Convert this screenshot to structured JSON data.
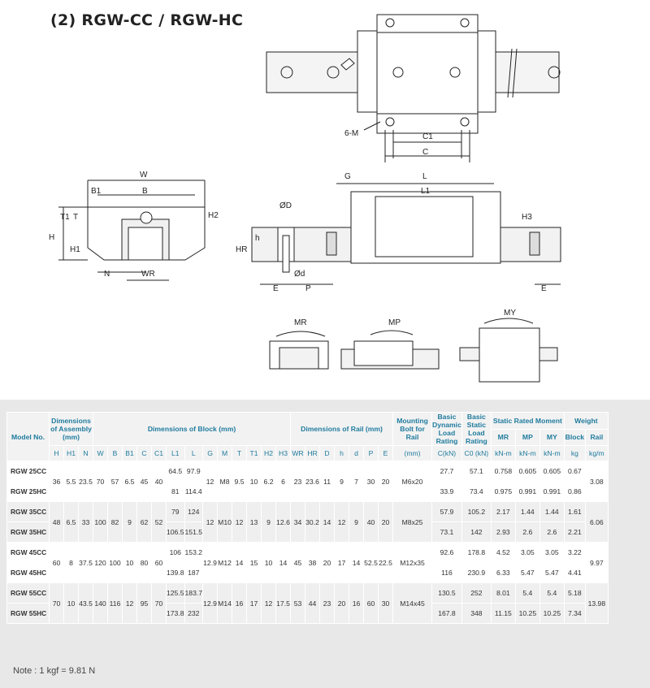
{
  "title": "(2) RGW-CC / RGW-HC",
  "note": "Note : 1 kgf = 9.81 N",
  "drawing_labels": {
    "six_m": "6-M",
    "c1": "C1",
    "c": "C",
    "w": "W",
    "b1": "B1",
    "b": "B",
    "t1": "T1",
    "t": "T",
    "h2": "H2",
    "h": "H",
    "h1": "H1",
    "n": "N",
    "wr": "WR",
    "g": "G",
    "l": "L",
    "l1": "L1",
    "od": "ØD",
    "hsmall": "h",
    "hr": "HR",
    "odsmall": "Ød",
    "e": "E",
    "p": "P",
    "h3": "H3",
    "mr": "MR",
    "mp": "MP",
    "my": "MY"
  },
  "colors": {
    "accent": "#1f7b9e",
    "table_bg": "#e8e8e8",
    "line": "#222222"
  },
  "table": {
    "header_groups": {
      "model": "Model No.",
      "assembly": "Dimensions of Assembly (mm)",
      "block": "Dimensions of Block (mm)",
      "rail": "Dimensions of Rail (mm)",
      "bolt": "Mounting Bolt for Rail",
      "dyn": "Basic Dynamic Load Rating",
      "stat": "Basic Static Load Rating",
      "moment": "Static Rated Moment",
      "weight": "Weight"
    },
    "columns": [
      "H",
      "H1",
      "N",
      "W",
      "B",
      "B1",
      "C",
      "C1",
      "L1",
      "L",
      "G",
      "M",
      "T",
      "T1",
      "H2",
      "H3",
      "WR",
      "HR",
      "D",
      "h",
      "d",
      "P",
      "E",
      "(mm)",
      "C(kN)",
      "C0 (kN)",
      "MR",
      "MP",
      "MY",
      "Block",
      "Rail"
    ],
    "units": {
      "mr": "kN-m",
      "mp": "kN-m",
      "my": "kN-m",
      "block": "kg",
      "rail": "kg/m"
    },
    "groups": [
      {
        "rows": [
          "RGW 25CC",
          "RGW 25HC"
        ],
        "shared": {
          "H": "36",
          "H1": "5.5",
          "N": "23.5",
          "W": "70",
          "B": "57",
          "B1": "6.5",
          "C": "45",
          "C1": "40",
          "G": "12",
          "M": "M8",
          "T": "9.5",
          "T1": "10",
          "H2": "6.2",
          "H3": "6",
          "WR": "23",
          "HR": "23.6",
          "D": "11",
          "h": "9",
          "d": "7",
          "P": "30",
          "E": "20",
          "bolt": "M6x20",
          "rail": "3.08"
        },
        "per_row": [
          {
            "L1": "64.5",
            "L": "97.9",
            "C": "27.7",
            "C0": "57.1",
            "MR": "0.758",
            "MP": "0.605",
            "MY": "0.605",
            "block": "0.67"
          },
          {
            "L1": "81",
            "L": "114.4",
            "C": "33.9",
            "C0": "73.4",
            "MR": "0.975",
            "MP": "0.991",
            "MY": "0.991",
            "block": "0.86"
          }
        ]
      },
      {
        "rows": [
          "RGW 35CC",
          "RGW 35HC"
        ],
        "shared": {
          "H": "48",
          "H1": "6.5",
          "N": "33",
          "W": "100",
          "B": "82",
          "B1": "9",
          "C": "62",
          "C1": "52",
          "G": "12",
          "M": "M10",
          "T": "12",
          "T1": "13",
          "H2": "9",
          "H3": "12.6",
          "WR": "34",
          "HR": "30.2",
          "D": "14",
          "h": "12",
          "d": "9",
          "P": "40",
          "E": "20",
          "bolt": "M8x25",
          "rail": "6.06"
        },
        "per_row": [
          {
            "L1": "79",
            "L": "124",
            "C": "57.9",
            "C0": "105.2",
            "MR": "2.17",
            "MP": "1.44",
            "MY": "1.44",
            "block": "1.61"
          },
          {
            "L1": "106.5",
            "L": "151.5",
            "C": "73.1",
            "C0": "142",
            "MR": "2.93",
            "MP": "2.6",
            "MY": "2.6",
            "block": "2.21"
          }
        ]
      },
      {
        "rows": [
          "RGW 45CC",
          "RGW 45HC"
        ],
        "shared": {
          "H": "60",
          "H1": "8",
          "N": "37.5",
          "W": "120",
          "B": "100",
          "B1": "10",
          "C": "80",
          "C1": "60",
          "G": "12.9",
          "M": "M12",
          "T": "14",
          "T1": "15",
          "H2": "10",
          "H3": "14",
          "WR": "45",
          "HR": "38",
          "D": "20",
          "h": "17",
          "d": "14",
          "P": "52.5",
          "E": "22.5",
          "bolt": "M12x35",
          "rail": "9.97"
        },
        "per_row": [
          {
            "L1": "106",
            "L": "153.2",
            "C": "92.6",
            "C0": "178.8",
            "MR": "4.52",
            "MP": "3.05",
            "MY": "3.05",
            "block": "3.22"
          },
          {
            "L1": "139.8",
            "L": "187",
            "C": "116",
            "C0": "230.9",
            "MR": "6.33",
            "MP": "5.47",
            "MY": "5.47",
            "block": "4.41"
          }
        ]
      },
      {
        "rows": [
          "RGW 55CC",
          "RGW 55HC"
        ],
        "shared": {
          "H": "70",
          "H1": "10",
          "N": "43.5",
          "W": "140",
          "B": "116",
          "B1": "12",
          "C": "95",
          "C1": "70",
          "G": "12.9",
          "M": "M14",
          "T": "16",
          "T1": "17",
          "H2": "12",
          "H3": "17.5",
          "WR": "53",
          "HR": "44",
          "D": "23",
          "h": "20",
          "d": "16",
          "P": "60",
          "E": "30",
          "bolt": "M14x45",
          "rail": "13.98"
        },
        "per_row": [
          {
            "L1": "125.5",
            "L": "183.7",
            "C": "130.5",
            "C0": "252",
            "MR": "8.01",
            "MP": "5.4",
            "MY": "5.4",
            "block": "5.18"
          },
          {
            "L1": "173.8",
            "L": "232",
            "C": "167.8",
            "C0": "348",
            "MR": "11.15",
            "MP": "10.25",
            "MY": "10.25",
            "block": "7.34"
          }
        ]
      }
    ]
  }
}
